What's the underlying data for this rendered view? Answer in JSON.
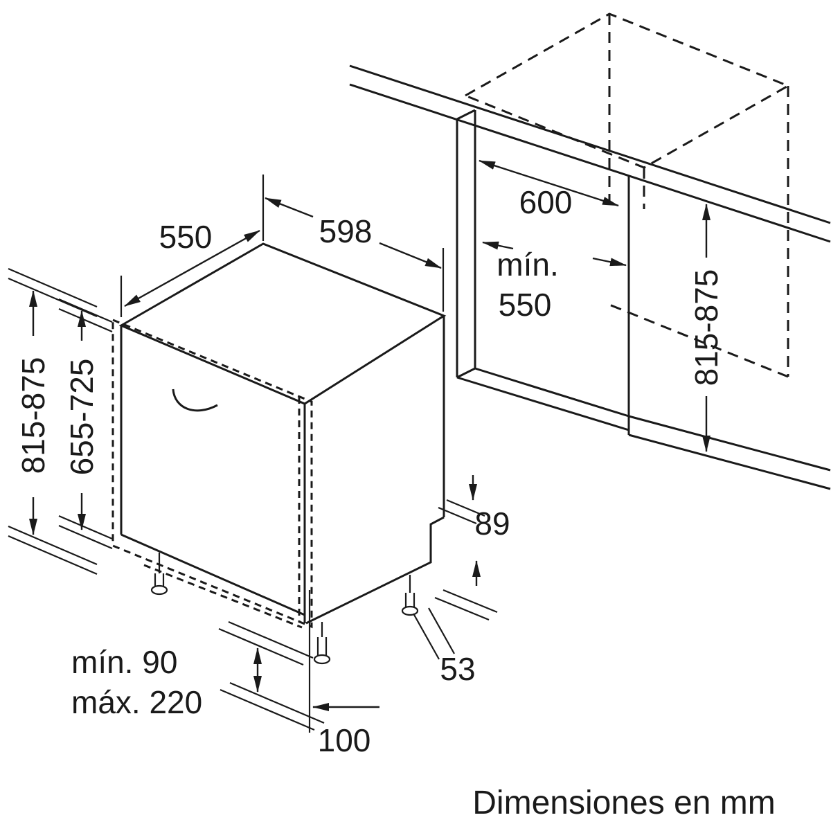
{
  "diagram": {
    "title": "Built-in dishwasher installation drawing",
    "units": "mm",
    "ink_color": "#1a1a1a",
    "background_color": "#ffffff",
    "caption": "Dimensiones en mm",
    "labels": {
      "top_depth": "550",
      "top_width": "598",
      "cabinet_width": "600",
      "niche_depth_min_line1": "mín.",
      "niche_depth_min_line2": "550",
      "niche_height_right": "815-875",
      "appliance_height_left": "815-875",
      "door_panel_height": "655-725",
      "base_clearance": "89",
      "rear_foot_offset": "53",
      "plinth_min": "mín. 90",
      "plinth_max": "máx. 220",
      "front_foot_inset": "100"
    }
  }
}
